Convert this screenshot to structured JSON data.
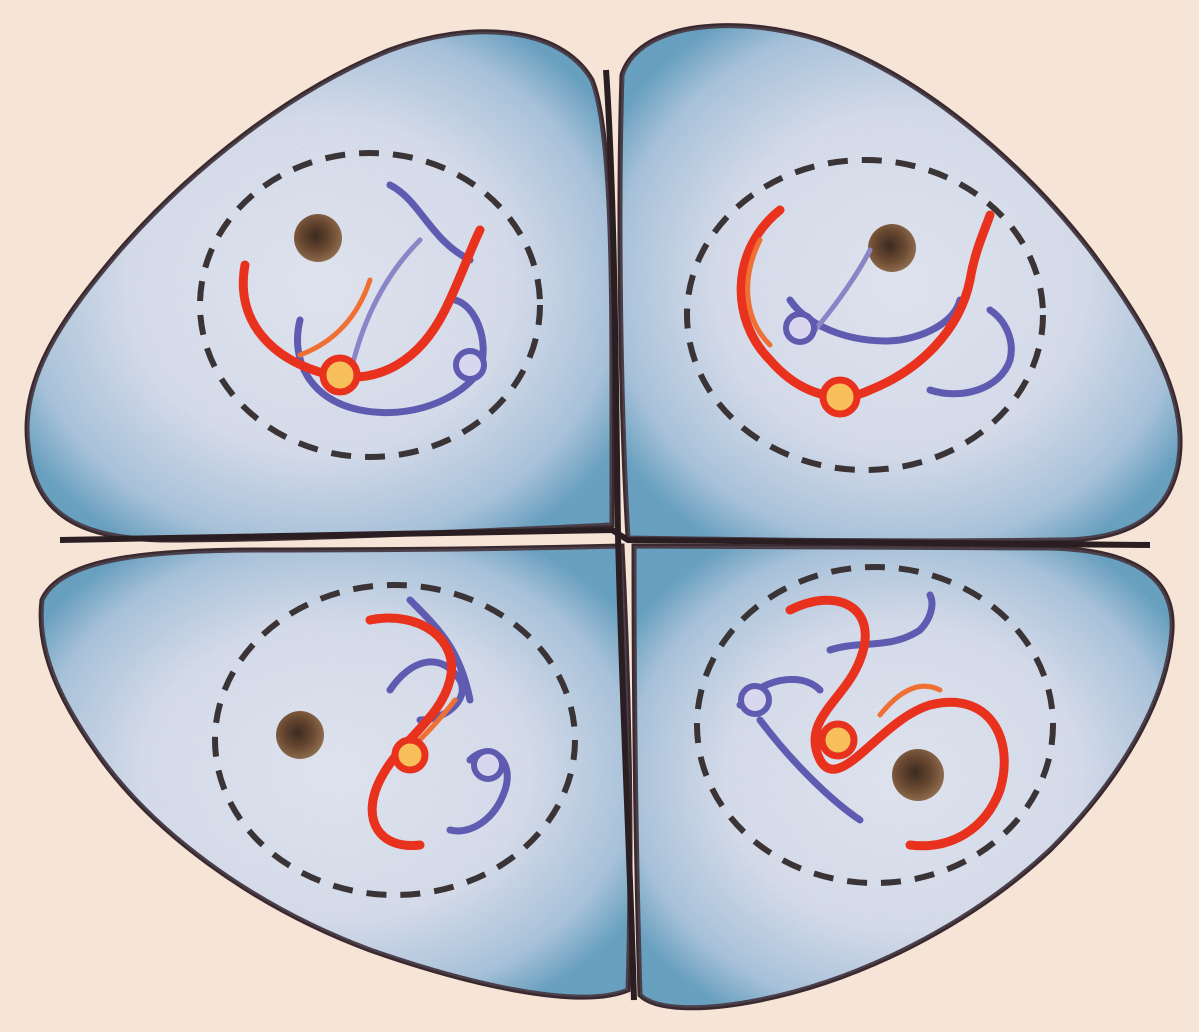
{
  "figure": {
    "background": "#f6e4d6",
    "cell_fill": "#dfe3ee",
    "cell_edge_color": "#5b9bb8",
    "cell_outline": "#3a2a30",
    "nucleus_outline": "#3b3436",
    "nucleolus_color": "#5a3b28",
    "chromosome_paternal_color": "#e8321e",
    "chromosome_maternal_color": "#5e5bb0",
    "centromere_paternal_color": "#f7c05a",
    "centromere_maternal_color": "#d9d7f0",
    "cells": [
      {
        "id": "cell-top-left"
      },
      {
        "id": "cell-top-right"
      },
      {
        "id": "cell-bottom-left"
      },
      {
        "id": "cell-bottom-right"
      }
    ]
  }
}
